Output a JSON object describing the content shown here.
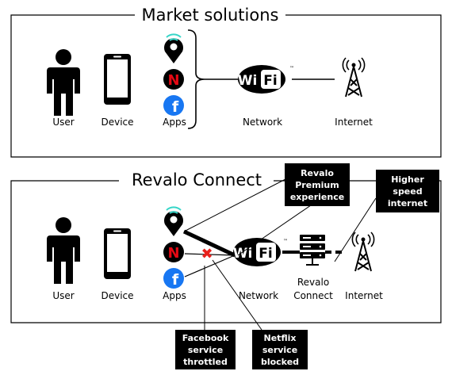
{
  "sections": {
    "top": {
      "title": "Market solutions",
      "labels": {
        "user": "User",
        "device": "Device",
        "apps": "Apps",
        "network": "Network",
        "internet": "Internet"
      }
    },
    "bottom": {
      "title": "Revalo Connect",
      "labels": {
        "user": "User",
        "device": "Device",
        "apps": "Apps",
        "network": "Network",
        "revalo_connect_1": "Revalo",
        "revalo_connect_2": "Connect",
        "internet": "Internet"
      }
    }
  },
  "wifi_text": {
    "wi": "Wi",
    "fi": "Fi",
    "tm": "™"
  },
  "app_glyphs": {
    "netflix": "N",
    "facebook": "f"
  },
  "callouts": {
    "premium": [
      "Revalo",
      "Premium",
      "experience"
    ],
    "speed": [
      "Higher",
      "speed",
      "internet"
    ],
    "facebook": [
      "Facebook",
      "service",
      "throttled"
    ],
    "netflix": [
      "Netflix",
      "service",
      "blocked"
    ]
  },
  "blocked_mark": "✖",
  "colors": {
    "netflix_red": "#e50914",
    "facebook_blue": "#1877f2",
    "blocked_red": "#e8211c",
    "ink": "#000000"
  }
}
